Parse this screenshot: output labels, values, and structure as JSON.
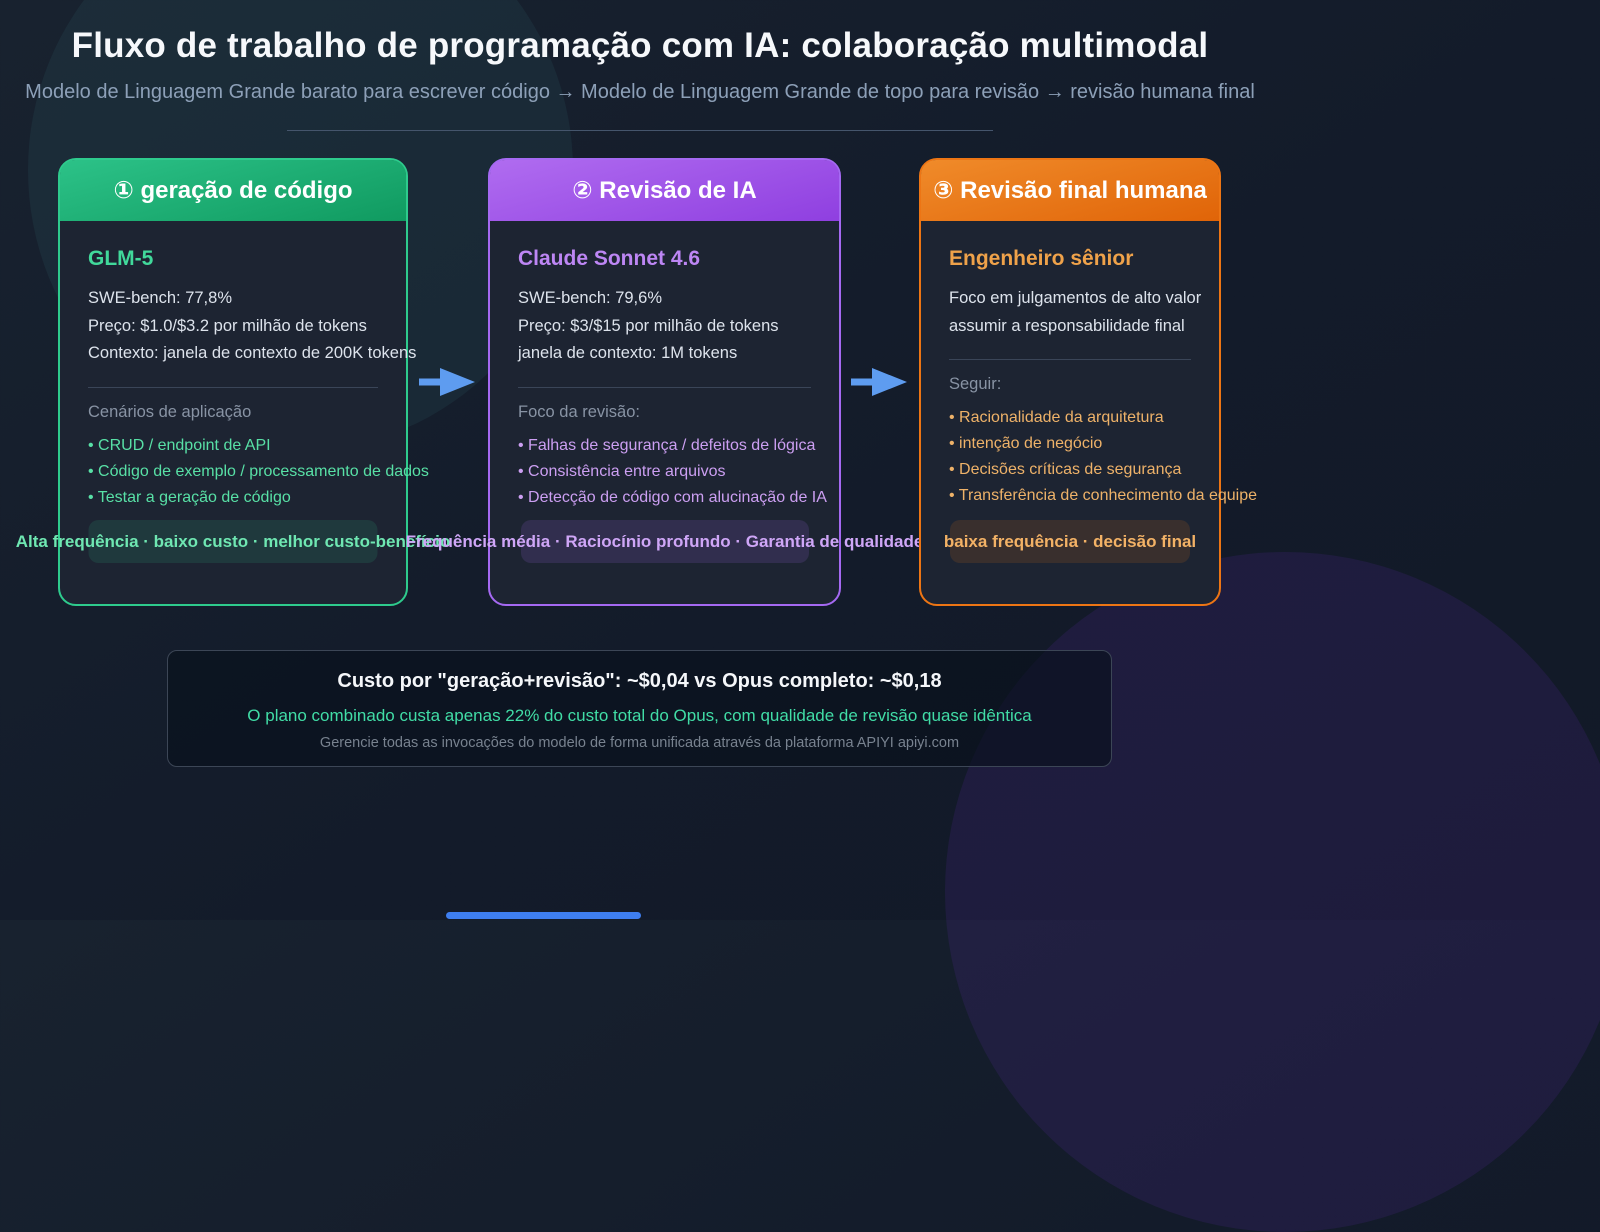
{
  "page": {
    "title": "Fluxo de trabalho de programação com IA: colaboração multimodal",
    "subtitle": "Modelo de Linguagem Grande barato para escrever código → Modelo de Linguagem Grande de topo para revisão → revisão humana final"
  },
  "cards": [
    {
      "header": "① geração de código",
      "accent": "#2ecb8d",
      "model": "GLM-5",
      "lines": [
        "SWE-bench: 77,8%",
        "Preço: $1.0/$3.2 por milhão de tokens",
        "Contexto: janela de contexto de 200K tokens"
      ],
      "section_label": "Cenários de aplicação",
      "bullets": [
        "• CRUD / endpoint de API",
        "• Código de exemplo / processamento de dados",
        "• Testar a geração de código"
      ],
      "badge": "Alta frequência · baixo custo · melhor custo-benefício"
    },
    {
      "header": "② Revisão de IA",
      "accent": "#a569f2",
      "model": "Claude Sonnet 4.6",
      "lines": [
        "SWE-bench: 79,6%",
        "Preço: $3/$15 por milhão de tokens",
        "janela de contexto: 1M tokens"
      ],
      "section_label": "Foco da revisão:",
      "bullets": [
        "• Falhas de segurança / defeitos de lógica",
        "• Consistência entre arquivos",
        "• Detecção de código com alucinação de IA"
      ],
      "badge": "Frequência média · Raciocínio profundo · Garantia de qualidade"
    },
    {
      "header": "③ Revisão final humana",
      "accent": "#ed7514",
      "model": "Engenheiro sênior",
      "lines": [
        "Foco em julgamentos de alto valor",
        "assumir a responsabilidade final"
      ],
      "section_label": "Seguir:",
      "bullets": [
        "• Racionalidade da arquitetura",
        "• intenção de negócio",
        "• Decisões críticas de segurança",
        "• Transferência de conhecimento da equipe"
      ],
      "badge": "baixa frequência · decisão final"
    }
  ],
  "summary": {
    "headline": "Custo por \"geração+revisão\": ~$0,04 vs Opus completo: ~$0,18",
    "comparison": "O plano combinado custa apenas 22% do custo total do Opus, com qualidade de revisão quase idêntica",
    "footnote": "Gerencie todas as invocações do modelo de forma unificada através da plataforma APIYI apiyi.com"
  },
  "icons": {
    "arrow_right": "➤"
  },
  "colors": {
    "arrow_blue": "#5e9cf0",
    "scrollbar_thumb": "#3e7ef0",
    "accent_green": "#2ecb8d",
    "accent_purple": "#a569f2",
    "accent_orange": "#ed7514"
  }
}
